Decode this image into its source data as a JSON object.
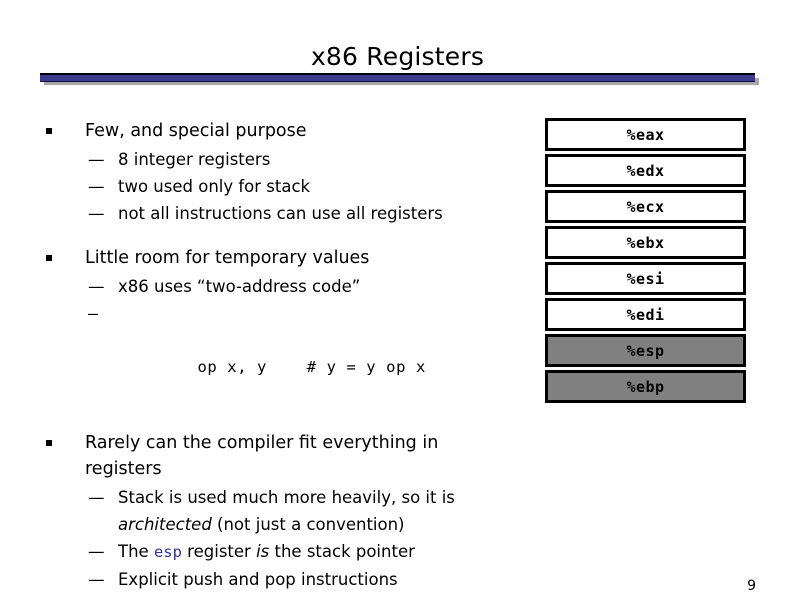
{
  "slide": {
    "title": "x86 Registers",
    "page_number": "9",
    "accent_color": "#3b3b8f",
    "shadow_color": "#a8a8a8",
    "code_color": "#333399",
    "shaded_box_color": "#808080"
  },
  "bullets": [
    {
      "marker": "square-bullet",
      "text": "Few, and special purpose",
      "sub": [
        {
          "marker": "—",
          "text": "8 integer registers"
        },
        {
          "marker": "—",
          "text": "two used only for stack"
        },
        {
          "marker": "—",
          "text": "not all instructions can use all registers"
        }
      ]
    },
    {
      "marker": "square-bullet",
      "text": "Little room for temporary values",
      "sub": [
        {
          "marker": "—",
          "text": "x86 uses “two-address code”"
        },
        {
          "marker": "—",
          "text": "op x, y    # y = y op x",
          "mono": true
        }
      ]
    },
    {
      "marker": "square-bullet",
      "text": "Rarely can the compiler fit everything in registers",
      "sub": [
        {
          "marker": "—",
          "parts": [
            {
              "t": "Stack is used much more heavily, so it is "
            },
            {
              "t": "architected",
              "style": "italic"
            },
            {
              "t": " (not just a convention)"
            }
          ]
        },
        {
          "marker": "—",
          "parts": [
            {
              "t": "The "
            },
            {
              "t": "esp",
              "style": "code"
            },
            {
              "t": " register "
            },
            {
              "t": "is",
              "style": "italic"
            },
            {
              "t": " the stack pointer"
            }
          ]
        },
        {
          "marker": "—",
          "text": "Explicit push and pop instructions"
        }
      ]
    }
  ],
  "registers": [
    {
      "label": "%eax",
      "shaded": false
    },
    {
      "label": "%edx",
      "shaded": false
    },
    {
      "label": "%ecx",
      "shaded": false
    },
    {
      "label": "%ebx",
      "shaded": false
    },
    {
      "label": "%esi",
      "shaded": false
    },
    {
      "label": "%edi",
      "shaded": false
    },
    {
      "label": "%esp",
      "shaded": true
    },
    {
      "label": "%ebp",
      "shaded": true
    }
  ]
}
